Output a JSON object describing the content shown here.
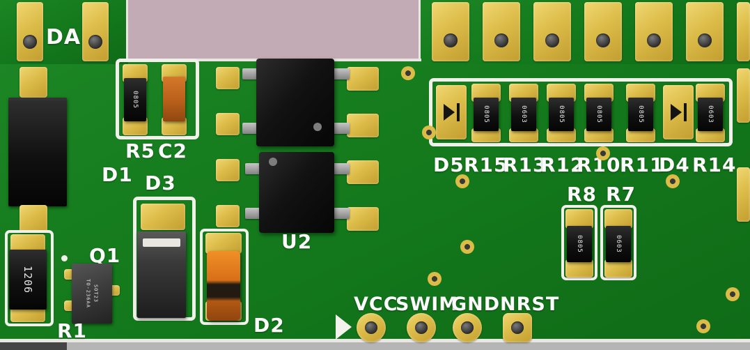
{
  "labels": {
    "da": "DA",
    "d1": "D1",
    "r5": "R5",
    "c2": "C2",
    "d3": "D3",
    "q1": "Q1",
    "r1": "R1",
    "d2": "D2",
    "u2": "U2",
    "r8": "R8",
    "r7": "R7"
  },
  "resistor_row": {
    "labels": [
      "D5",
      "R15",
      "R13",
      "R12",
      "R10",
      "R11",
      "D4",
      "R14"
    ]
  },
  "connector": {
    "labels": [
      "VCC",
      "SWIM",
      "GND",
      "NRST"
    ]
  },
  "markings": {
    "r5": "0805",
    "r1": "1206",
    "q1_line1": "SOT23",
    "q1_line2": "TO-236AA",
    "row": [
      "0805",
      "0603",
      "0805",
      "0805",
      "0805",
      "0603"
    ],
    "r8": "0805",
    "r7": "0603"
  },
  "colors": {
    "board_green": "#147a1c",
    "pad_gold": "#dcbc49",
    "silkscreen": "#f2f0ea",
    "background_pink": "#c3abb5",
    "component_black": "#111111",
    "capacitor_orange": "#d2691b"
  }
}
